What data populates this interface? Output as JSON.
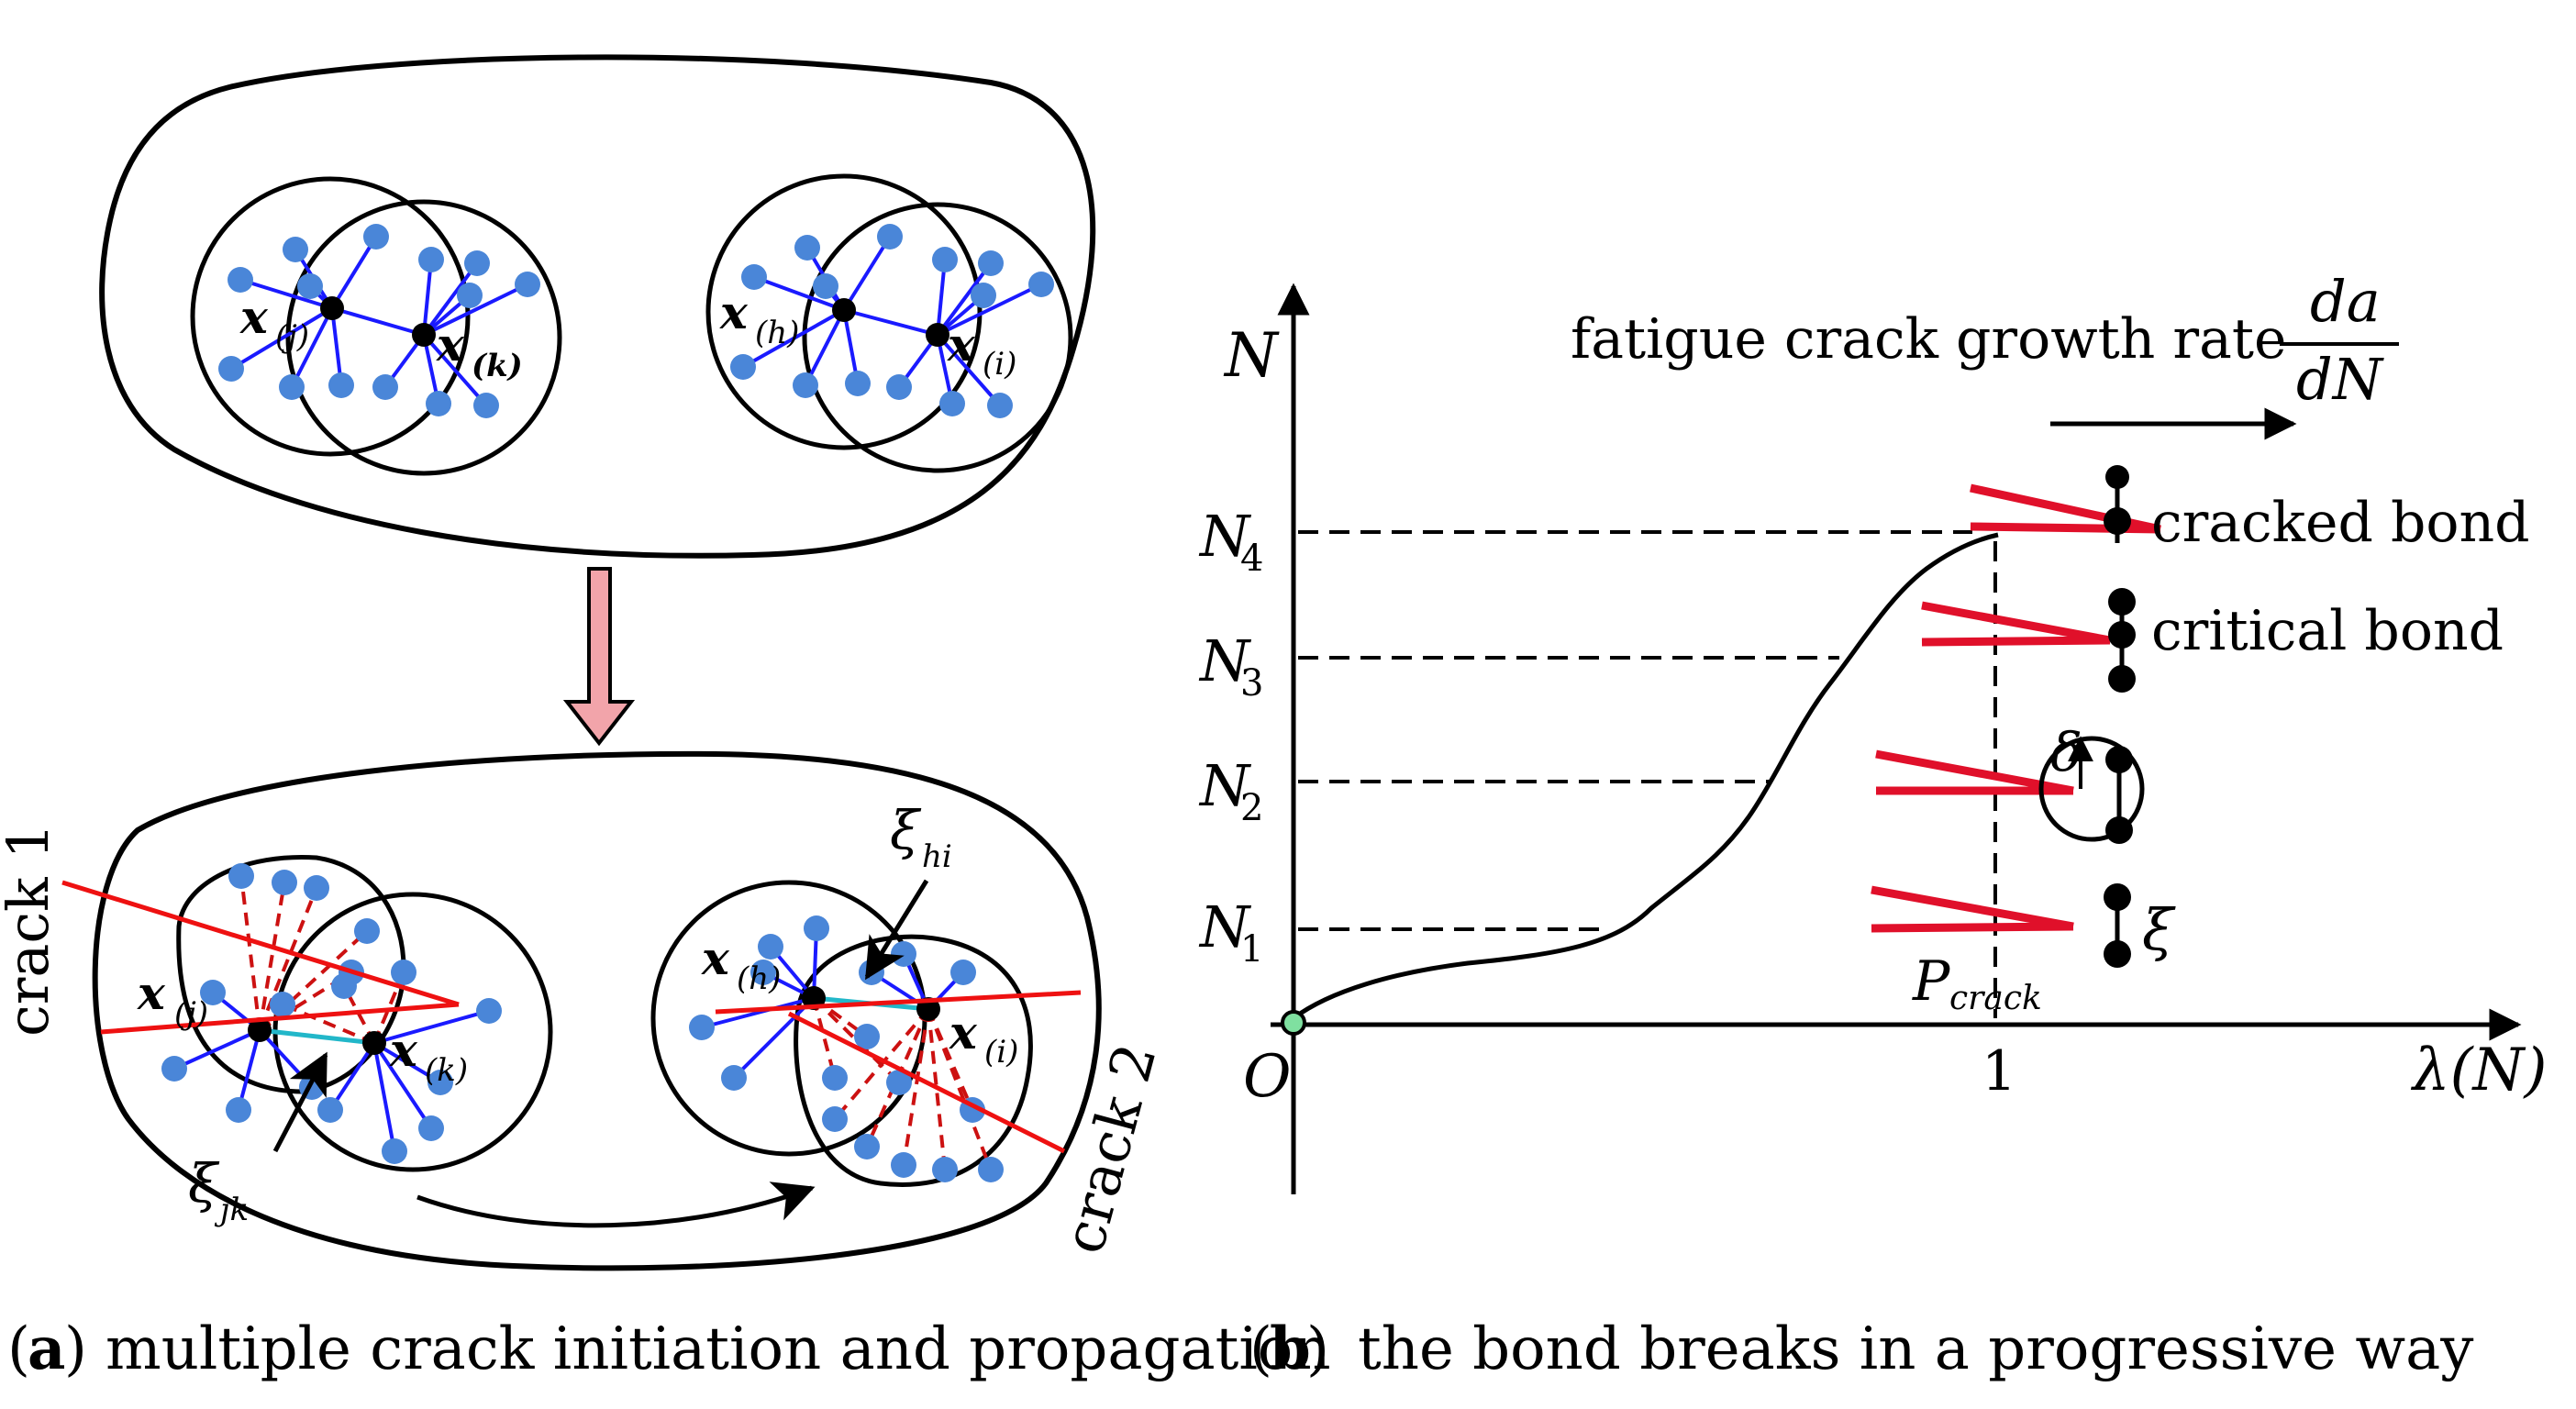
{
  "panel_a": {
    "caption_letter": "a",
    "caption_text": "multiple crack initiation and propagation",
    "top_labels": {
      "xj": "x",
      "xj_sub": "(j)",
      "xk": "x",
      "xk_sub": "(k)",
      "xh": "x",
      "xh_sub": "(h)",
      "xi": "x",
      "xi_sub": "(i)"
    },
    "bottom_labels": {
      "xj": "x",
      "xj_sub": "(j)",
      "xk": "x",
      "xk_sub": "(k)",
      "xh": "x",
      "xh_sub": "(h)",
      "xi": "x",
      "xi_sub": "(i)"
    },
    "xi_jk": "ξ",
    "xi_jk_sub": "jk",
    "xi_hi": "ξ",
    "xi_hi_sub": "hi",
    "crack1": "crack  1",
    "crack2": "crack  2",
    "colors": {
      "node": "#4a86d8",
      "bond": "#1a1aff",
      "crack": "#ee1111",
      "broken_bond": "#cc1111",
      "link": "#22b7c9",
      "arrow_fill": "#f2a4aa"
    }
  },
  "panel_b": {
    "caption_letter": "b",
    "caption_text": "the bond breaks in a progressive way",
    "y_axis_label": "N",
    "x_axis_label": "λ(N)",
    "origin": "O",
    "x_tick": "1",
    "y_ticks": [
      {
        "base": "N",
        "sub": "4"
      },
      {
        "base": "N",
        "sub": "3"
      },
      {
        "base": "N",
        "sub": "2"
      },
      {
        "base": "N",
        "sub": "1"
      }
    ],
    "rate_title": "fatigue crack growth rate",
    "rate_num": "da",
    "rate_den": "dN",
    "cracked_bond": "cracked bond",
    "critical_bond": "critical bond",
    "delta": "δ",
    "xi": "ξ",
    "p_crack": "P",
    "p_crack_sub": "crack",
    "colors": {
      "wedge": "#e0102a",
      "origin_dot": "#7fe0a0"
    }
  }
}
